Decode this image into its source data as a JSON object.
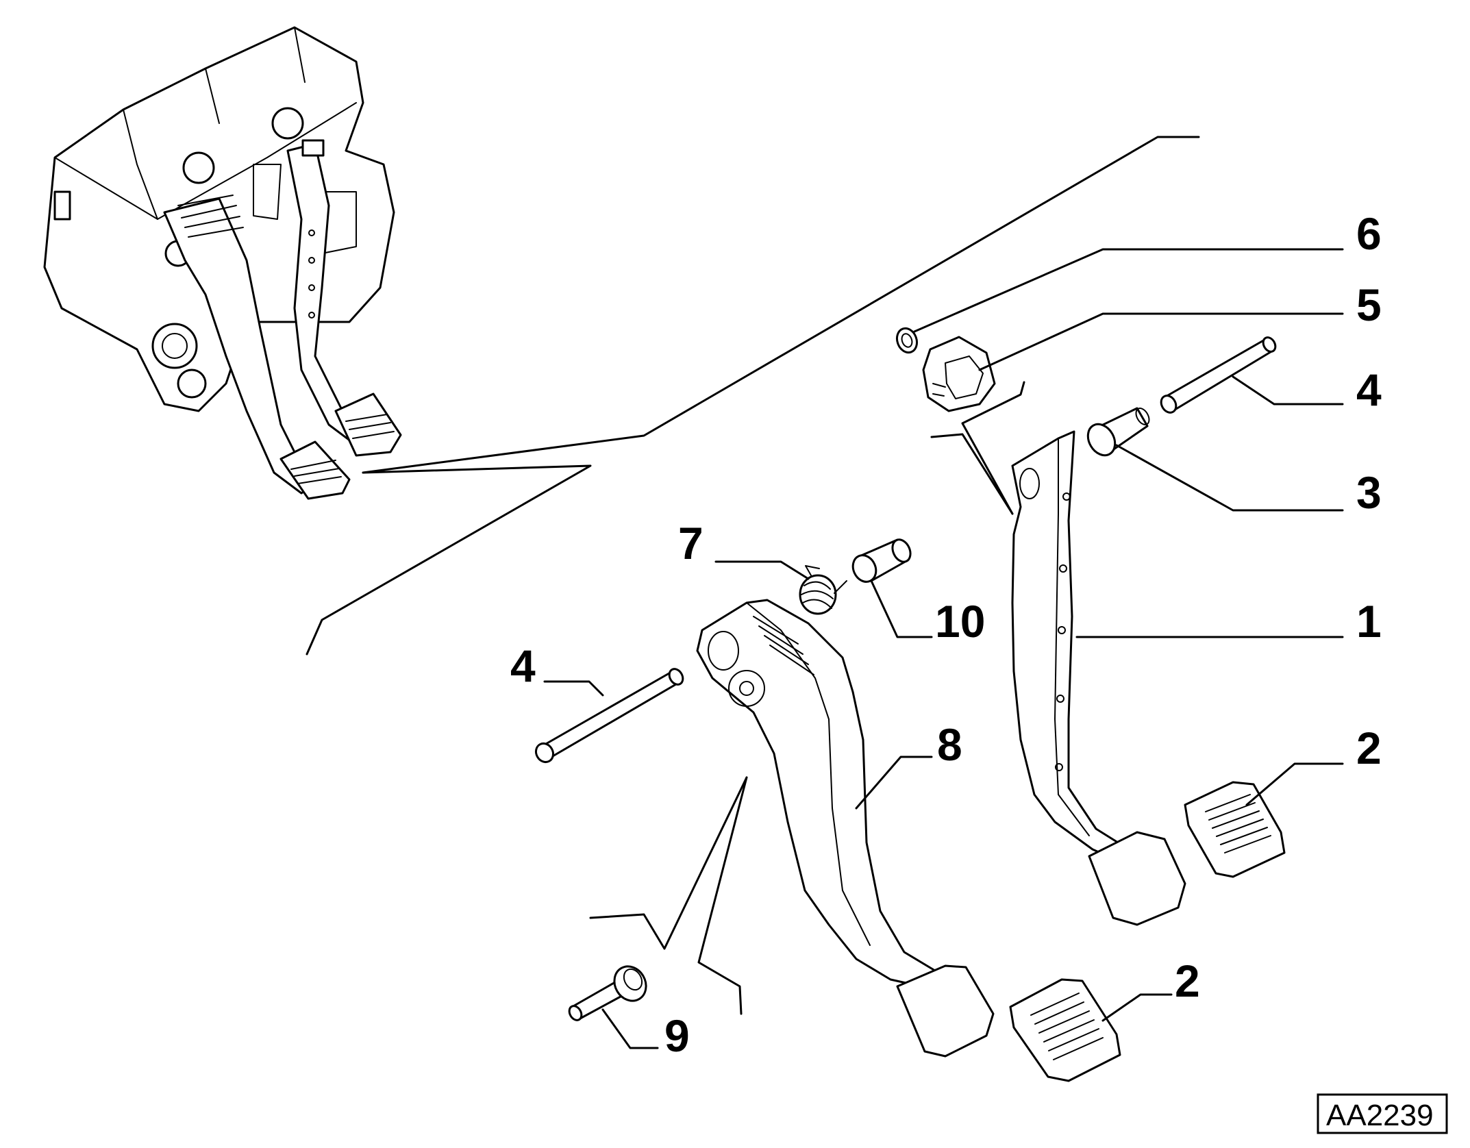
{
  "diagram": {
    "callouts": [
      "6",
      "5",
      "4",
      "3",
      "7",
      "10",
      "1",
      "4",
      "8",
      "2",
      "2",
      "9"
    ],
    "reference_code": "AA2239"
  }
}
